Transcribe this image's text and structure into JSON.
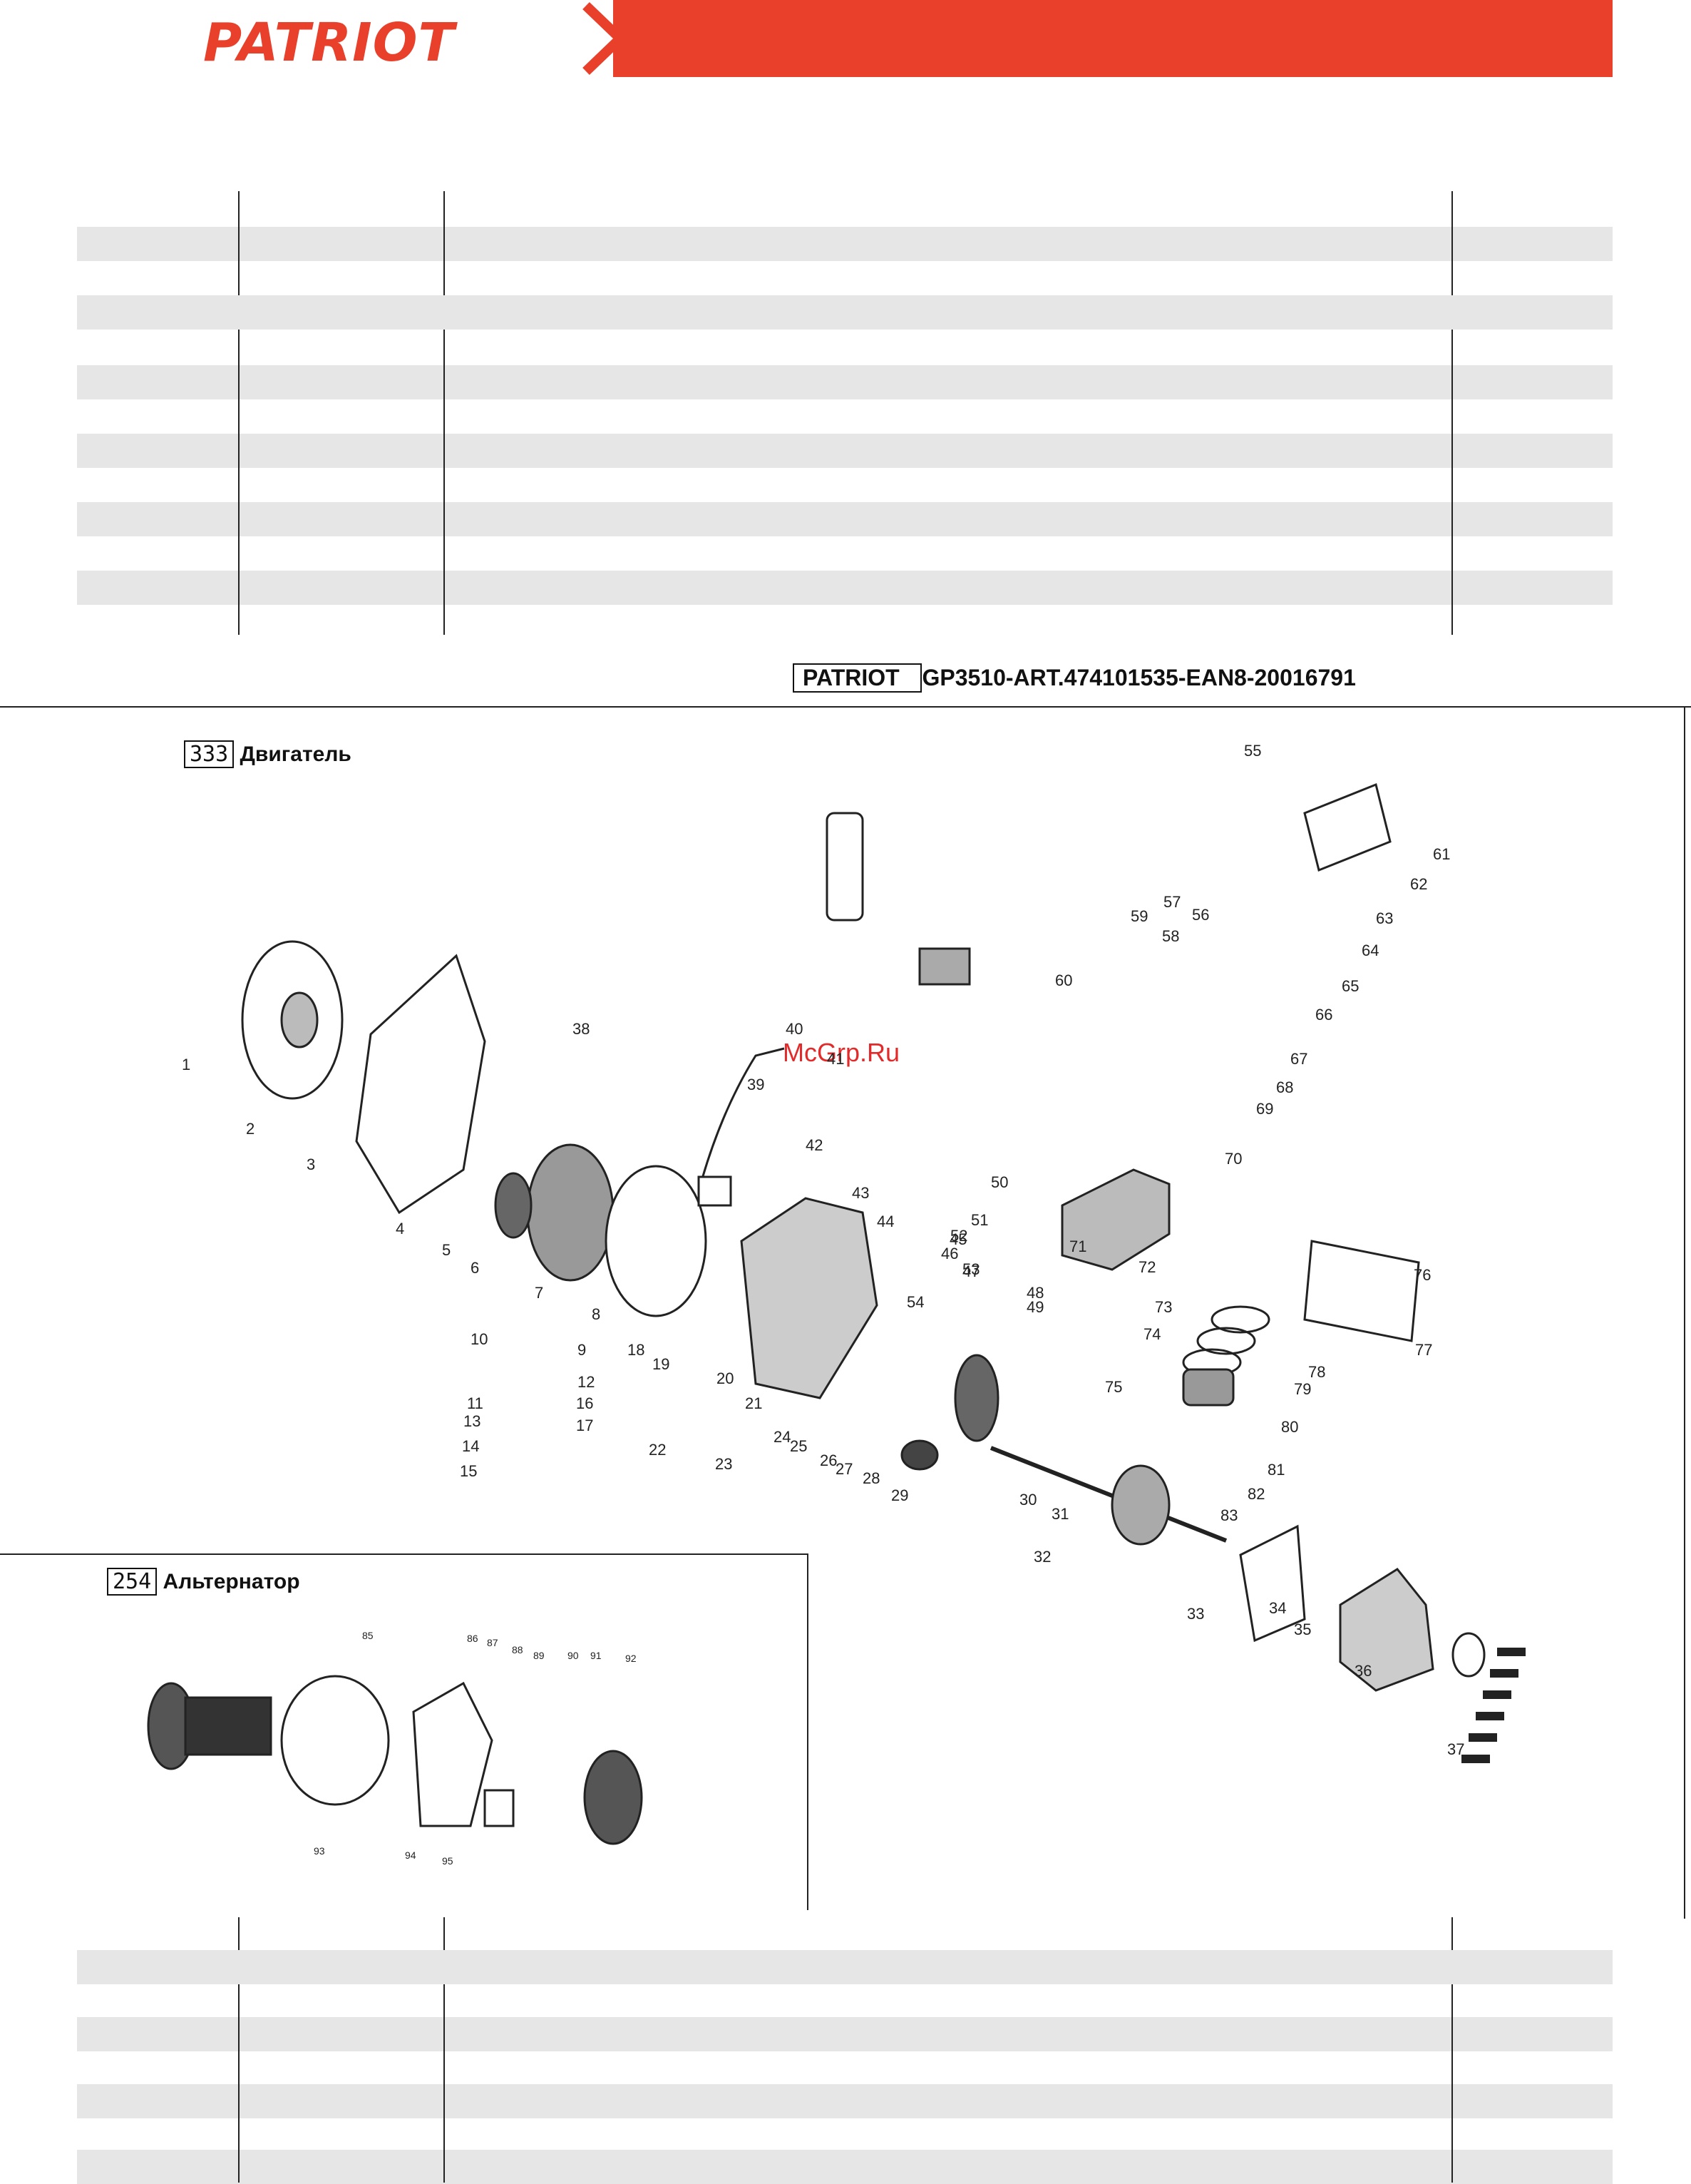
{
  "header": {
    "brand": "PATRIOT",
    "accent_color": "#e8402a"
  },
  "model_line": {
    "brand": "PATRIOT",
    "code": "GP3510-ART.474101535-EAN8-20016791"
  },
  "sections": {
    "engine": {
      "number": "333",
      "title": "Двигатель"
    },
    "alternator": {
      "number": "254",
      "title": "Альтернатор"
    }
  },
  "watermark": "McGrp.Ru",
  "engine_labels": [
    "1",
    "2",
    "3",
    "4",
    "5",
    "6",
    "7",
    "8",
    "9",
    "10",
    "11",
    "12",
    "13",
    "14",
    "15",
    "16",
    "17",
    "18",
    "19",
    "20",
    "21",
    "22",
    "23",
    "24",
    "25",
    "26",
    "27",
    "28",
    "29",
    "30",
    "31",
    "32",
    "33",
    "34",
    "35",
    "36",
    "37",
    "38",
    "39",
    "40",
    "41",
    "42",
    "43",
    "44",
    "45",
    "46",
    "47",
    "48",
    "49",
    "50",
    "51",
    "52",
    "53",
    "54",
    "55",
    "56",
    "57",
    "58",
    "59",
    "60",
    "61",
    "62",
    "63",
    "64",
    "65",
    "66",
    "67",
    "68",
    "69",
    "70",
    "71",
    "72",
    "73",
    "74",
    "75",
    "76",
    "77",
    "78",
    "79",
    "80",
    "81",
    "82",
    "83"
  ],
  "alternator_labels": [
    "85",
    "86",
    "87",
    "88",
    "89",
    "90",
    "91",
    "92",
    "93",
    "94",
    "95"
  ],
  "colors": {
    "line": "#222222",
    "stripe": "#e6e6e6"
  }
}
